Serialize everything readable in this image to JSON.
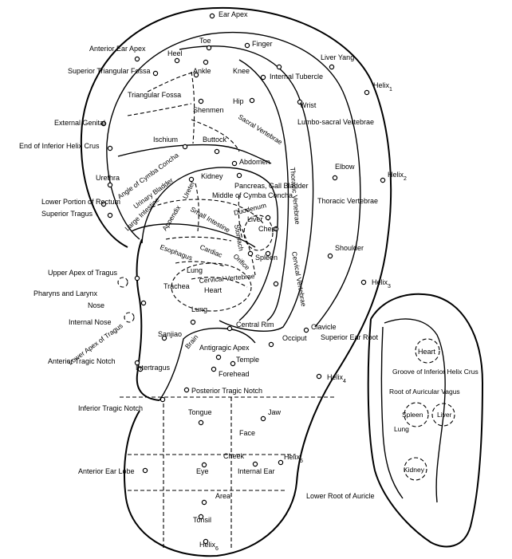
{
  "main": {
    "labels": [
      {
        "id": "ear-apex",
        "text": "Ear Apex"
      },
      {
        "id": "toe",
        "text": "Toe"
      },
      {
        "id": "finger",
        "text": "Finger"
      },
      {
        "id": "anterior-ear-apex",
        "text": "Anterior Ear Apex"
      },
      {
        "id": "heel",
        "text": "Heel"
      },
      {
        "id": "liver-yang",
        "text": "Liver Yang"
      },
      {
        "id": "superior-triangular-fossa",
        "text": "Superior Triangular Fossa"
      },
      {
        "id": "ankle",
        "text": "Ankle"
      },
      {
        "id": "knee",
        "text": "Knee"
      },
      {
        "id": "internal-tubercle",
        "text": "Internal Tubercle"
      },
      {
        "id": "helix-1",
        "text": "Helix",
        "sub": "1"
      },
      {
        "id": "triangular-fossa",
        "text": "Triangular Fossa"
      },
      {
        "id": "hip",
        "text": "Hip"
      },
      {
        "id": "wrist",
        "text": "Wrist"
      },
      {
        "id": "shenmen",
        "text": "Shenmen"
      },
      {
        "id": "external-genital",
        "text": "External Genital"
      },
      {
        "id": "sacral-vertebrae",
        "text": "Sacral Vertebrae"
      },
      {
        "id": "lumbo-sacral-vertebrae",
        "text": "Lumbo-sacral Vertebrae"
      },
      {
        "id": "ischium",
        "text": "Ischium"
      },
      {
        "id": "buttock",
        "text": "Buttock"
      },
      {
        "id": "end-inferior-helix-crus",
        "text": "End of Inferior Helix Crus"
      },
      {
        "id": "abdomen",
        "text": "Abdomen"
      },
      {
        "id": "elbow",
        "text": "Elbow"
      },
      {
        "id": "angle-cymba-concha",
        "text": "Angle of Cymba Concha"
      },
      {
        "id": "helix-2",
        "text": "Helix",
        "sub": "2"
      },
      {
        "id": "urethra",
        "text": "Urethra"
      },
      {
        "id": "urinary-bladder",
        "text": "Urinary Bladder"
      },
      {
        "id": "ureter",
        "text": "Ureter"
      },
      {
        "id": "kidney",
        "text": "Kidney"
      },
      {
        "id": "pancreas-gall-bladder",
        "text": "Pancreas, Gall Bladder"
      },
      {
        "id": "thoracic-vertebrae-vertical",
        "text": "Thoracic Vertebrae"
      },
      {
        "id": "middle-cymba-concha",
        "text": "Middle of Cymba Concha"
      },
      {
        "id": "thoracic-vertebrae",
        "text": "Thoracic Vertebrae"
      },
      {
        "id": "lower-portion-rectum",
        "text": "Lower Portion of Rectum"
      },
      {
        "id": "large-intestine",
        "text": "Large Intestine"
      },
      {
        "id": "appendix",
        "text": "Appendix"
      },
      {
        "id": "small-intestine",
        "text": "Small Intestine"
      },
      {
        "id": "duodenum",
        "text": "Duodenum"
      },
      {
        "id": "superior-tragus",
        "text": "Superior Tragus"
      },
      {
        "id": "liver",
        "text": "Liver"
      },
      {
        "id": "chest",
        "text": "Chest"
      },
      {
        "id": "stomach",
        "text": "Stomach"
      },
      {
        "id": "esophagus",
        "text": "Esophagus"
      },
      {
        "id": "cardiac",
        "text": "Cardiac"
      },
      {
        "id": "shoulder",
        "text": "Shoulder"
      },
      {
        "id": "spleen",
        "text": "Spleen"
      },
      {
        "id": "orifice",
        "text": "Orifice"
      },
      {
        "id": "cervical-vertebrae-vertical",
        "text": "Cervical Vertebrae"
      },
      {
        "id": "upper-apex-tragus",
        "text": "Upper Apex of Tragus"
      },
      {
        "id": "lung",
        "text": "Lung"
      },
      {
        "id": "trachea",
        "text": "Trachea"
      },
      {
        "id": "cervical-vertebrae",
        "text": "Cervical Vertebrae"
      },
      {
        "id": "heart",
        "text": "Heart"
      },
      {
        "id": "helix-3",
        "text": "Helix",
        "sub": "3"
      },
      {
        "id": "pharyns-larynx",
        "text": "Pharyns and Larynx"
      },
      {
        "id": "nose",
        "text": "Nose"
      },
      {
        "id": "lung-2",
        "text": "Lung"
      },
      {
        "id": "internal-nose",
        "text": "Internal Nose"
      },
      {
        "id": "central-rim",
        "text": "Central Rim"
      },
      {
        "id": "clavicle",
        "text": "Clavicle"
      },
      {
        "id": "lower-apex-tragus",
        "text": "Lower Apex of Tragus"
      },
      {
        "id": "sanjiao",
        "text": "Sanjiao"
      },
      {
        "id": "occiput",
        "text": "Occiput"
      },
      {
        "id": "superior-ear-root",
        "text": "Superior Ear Root"
      },
      {
        "id": "brain",
        "text": "Brain"
      },
      {
        "id": "antigragic-apex",
        "text": "Antigragic Apex"
      },
      {
        "id": "temple",
        "text": "Temple"
      },
      {
        "id": "intertragus",
        "text": "Intertragus"
      },
      {
        "id": "forehead",
        "text": "Forehead"
      },
      {
        "id": "anterior-tragic-notch",
        "text": "Anterior Tragic Notch"
      },
      {
        "id": "helix-4",
        "text": "Helix",
        "sub": "4"
      },
      {
        "id": "posterior-tragic-notch",
        "text": "Posterior Tragic Notch"
      },
      {
        "id": "inferior-tragic-notch",
        "text": "Inferior Tragic Notch"
      },
      {
        "id": "tongue",
        "text": "Tongue"
      },
      {
        "id": "jaw",
        "text": "Jaw"
      },
      {
        "id": "face",
        "text": "Face"
      },
      {
        "id": "cheek",
        "text": "Cheek"
      },
      {
        "id": "helix-5",
        "text": "Helix",
        "sub": "5"
      },
      {
        "id": "anterior-ear-lobe",
        "text": "Anterior Ear Lobe"
      },
      {
        "id": "eye",
        "text": "Eye"
      },
      {
        "id": "internal-ear",
        "text": "Internal Ear"
      },
      {
        "id": "area",
        "text": "Area"
      },
      {
        "id": "tonsil",
        "text": "Tonsil"
      },
      {
        "id": "helix-6",
        "text": "Helix",
        "sub": "6"
      }
    ]
  },
  "back_view": {
    "labels": [
      {
        "id": "back-heart",
        "text": "Heart"
      },
      {
        "id": "groove-inferior-helix-crus",
        "text": "Groove of Inferior Helix Crus"
      },
      {
        "id": "root-auricular-vagus",
        "text": "Root of Auricular Vagus"
      },
      {
        "id": "back-spleen",
        "text": "Spleen"
      },
      {
        "id": "back-liver",
        "text": "Liver"
      },
      {
        "id": "back-lung",
        "text": "Lung"
      },
      {
        "id": "back-kidney",
        "text": "Kidney"
      },
      {
        "id": "lower-root-auricle",
        "text": "Lower Root of Auricle"
      }
    ]
  }
}
